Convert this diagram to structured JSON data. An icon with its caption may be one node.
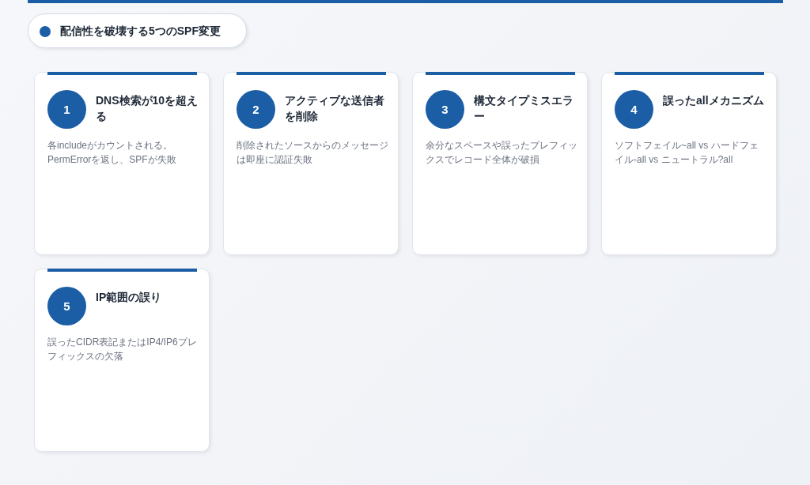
{
  "diagram": {
    "title": "配信性を破壊する5つのSPF変更",
    "nodes": [
      {
        "text": [
          "DNS検索が10を超える",
          "各includeがカウントされる。PermErrorを返し、SPFが失敗"
        ]
      },
      {
        "text": [
          "1"
        ],
        "in": 0
      },
      {
        "text": [
          "アクティブな送信者を削除",
          "削除されたソースからのメッセージは即座に認証失敗"
        ]
      },
      {
        "text": [
          "2"
        ],
        "in": 2
      },
      {
        "text": [
          "構文タイプミスエラー",
          "余分なスペースや誤ったプレフィックスでレコード全体が破損"
        ]
      },
      {
        "text": [
          "3"
        ],
        "in": 4
      },
      {
        "text": [
          "誤ったallメカニズム",
          "ソフトフェイル~all vs ハードフェイル-all vs ニュートラル?all"
        ]
      },
      {
        "text": [
          "4"
        ],
        "in": 6
      },
      {
        "text": [
          "IP範囲の誤り",
          "誤ったCIDR表記またはIP4/IP6プレフィックスの欠落"
        ]
      },
      {
        "text": [
          "5"
        ],
        "in": 8
      }
    ]
  }
}
